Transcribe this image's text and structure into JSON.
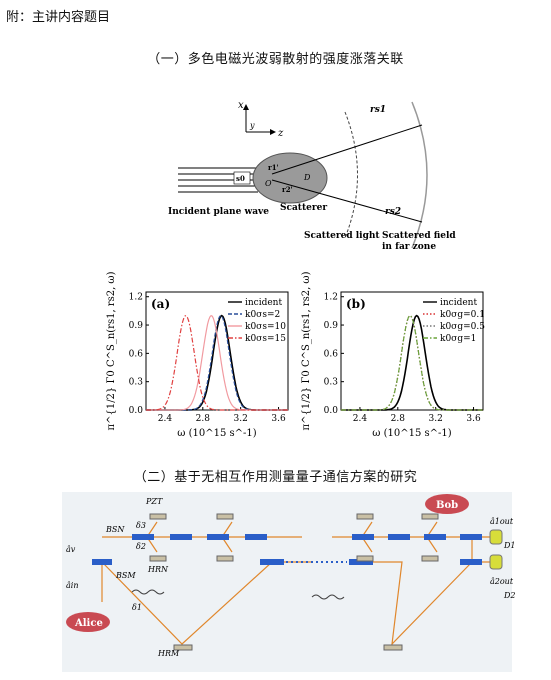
{
  "header": "附：主讲内容题目",
  "section1": {
    "title": "（一）多色电磁光波弱散射的强度涨落关联",
    "diagram": {
      "axis_x": "x",
      "axis_y": "y",
      "axis_z": "z",
      "s0_label": "s0",
      "origin": "O",
      "r1_label": "r1'",
      "r2_label": "r2'",
      "D_label": "D",
      "incident_label": "Incident plane wave",
      "scatterer_label": "Scatterer",
      "scattered_light_label": "Scattered light",
      "field_label_line1": "Scattered field",
      "field_label_line2": "in far zone",
      "rs1_label": "rs1",
      "rs2_label": "rs2"
    }
  },
  "chart_data": [
    {
      "type": "line",
      "panel": "(a)",
      "ylabel": "π^{1/2} Γ0 C^S_n(rs1, rs2, ω)",
      "xlabel": "ω (10^15 s^-1)",
      "xlim": [
        2.2,
        3.7
      ],
      "ylim": [
        0.0,
        1.25
      ],
      "xticks": [
        "2.4",
        "2.8",
        "3.2",
        "3.6"
      ],
      "yticks": [
        "0.0",
        "0.3",
        "0.6",
        "0.9",
        "1.2"
      ],
      "legend_position": "top-right",
      "series": [
        {
          "name": "incident",
          "color": "#000000",
          "style": "solid",
          "center": 3.0,
          "sigma": 0.09,
          "peak": 1.0
        },
        {
          "name": "k0σs=2",
          "color": "#2a4f9a",
          "style": "dashed",
          "center": 2.99,
          "sigma": 0.09,
          "peak": 1.0
        },
        {
          "name": "k0σs=10",
          "color": "#f19aa0",
          "style": "solid",
          "center": 2.89,
          "sigma": 0.09,
          "peak": 1.0
        },
        {
          "name": "k0σs=15",
          "color": "#e04040",
          "style": "dashdot",
          "center": 2.62,
          "sigma": 0.09,
          "peak": 1.0
        }
      ]
    },
    {
      "type": "line",
      "panel": "(b)",
      "ylabel": "π^{1/2} Γ0 C^S_n(rs1, rs2, ω)",
      "xlabel": "ω (10^15 s^-1)",
      "xlim": [
        2.2,
        3.7
      ],
      "ylim": [
        0.0,
        1.25
      ],
      "xticks": [
        "2.4",
        "2.8",
        "3.2",
        "3.6"
      ],
      "yticks": [
        "0.0",
        "0.3",
        "0.6",
        "0.9",
        "1.2"
      ],
      "legend_position": "top-right",
      "series": [
        {
          "name": "incident",
          "color": "#000000",
          "style": "solid",
          "center": 3.0,
          "sigma": 0.09,
          "peak": 1.0
        },
        {
          "name": "k0σg=0.1",
          "color": "#d83030",
          "style": "dotted",
          "center": 2.93,
          "sigma": 0.09,
          "peak": 1.0
        },
        {
          "name": "k0σg=0.5",
          "color": "#777777",
          "style": "dotted",
          "center": 2.93,
          "sigma": 0.09,
          "peak": 1.0
        },
        {
          "name": "k0σg=1",
          "color": "#6aa33a",
          "style": "dashdot",
          "center": 2.93,
          "sigma": 0.09,
          "peak": 1.0
        }
      ]
    }
  ],
  "section2": {
    "title": "（二）基于无相互作用测量量子通信方案的研究",
    "diagram": {
      "pzt": "PZT",
      "bob": "Bob",
      "alice": "Alice",
      "bs_n": "BSN",
      "bs_m": "BSM",
      "hr_n": "HRN",
      "hr_m": "HRM",
      "delta1": "δ1",
      "delta2": "δ2",
      "delta3": "δ3",
      "a_v": "âv",
      "a_in": "âin",
      "d1": "D1",
      "d2": "D2",
      "a1_out": "â1out",
      "a2_out": "â2out"
    }
  }
}
